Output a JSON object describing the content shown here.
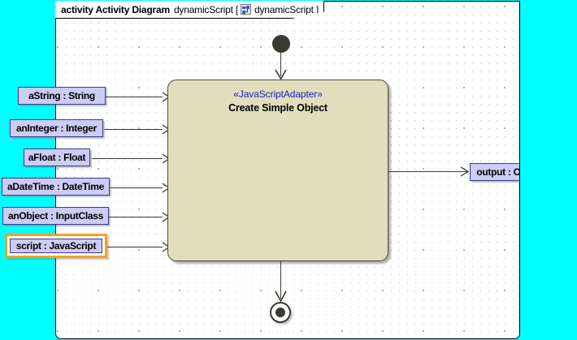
{
  "frame": {
    "keyword": "activity Activity Diagram",
    "name": "dynamicScript [",
    "icon": "activity-diagram-icon",
    "qualifier": "dynamicScript ]"
  },
  "activity": {
    "stereotype": "«JavaScriptAdapter»",
    "name": "Create Simple Object",
    "fill_color": "#E0DEBC",
    "border_color": "#4A4A42",
    "stereotype_color": "#2020C0"
  },
  "nodes": {
    "initial": "initial-node",
    "final": "activity-final-node"
  },
  "input_pins": [
    {
      "label": "aString : String",
      "selected": false
    },
    {
      "label": "anInteger : Integer",
      "selected": false
    },
    {
      "label": "aFloat : Float",
      "selected": false
    },
    {
      "label": "aDateTime : DateTime",
      "selected": false
    },
    {
      "label": "anObject : InputClass",
      "selected": false
    },
    {
      "label": "script : JavaScript",
      "selected": true
    }
  ],
  "output_pins": [
    {
      "label": "output : OutputClass",
      "selected": false
    }
  ],
  "colors": {
    "canvas_background": "#00FFFF",
    "diagram_background": "#FFFFFF",
    "pin_fill": "#CCCCF5",
    "pin_border": "#3B3B8C",
    "selection_highlight": "#F5A21E",
    "edge": "#3A3A33"
  }
}
